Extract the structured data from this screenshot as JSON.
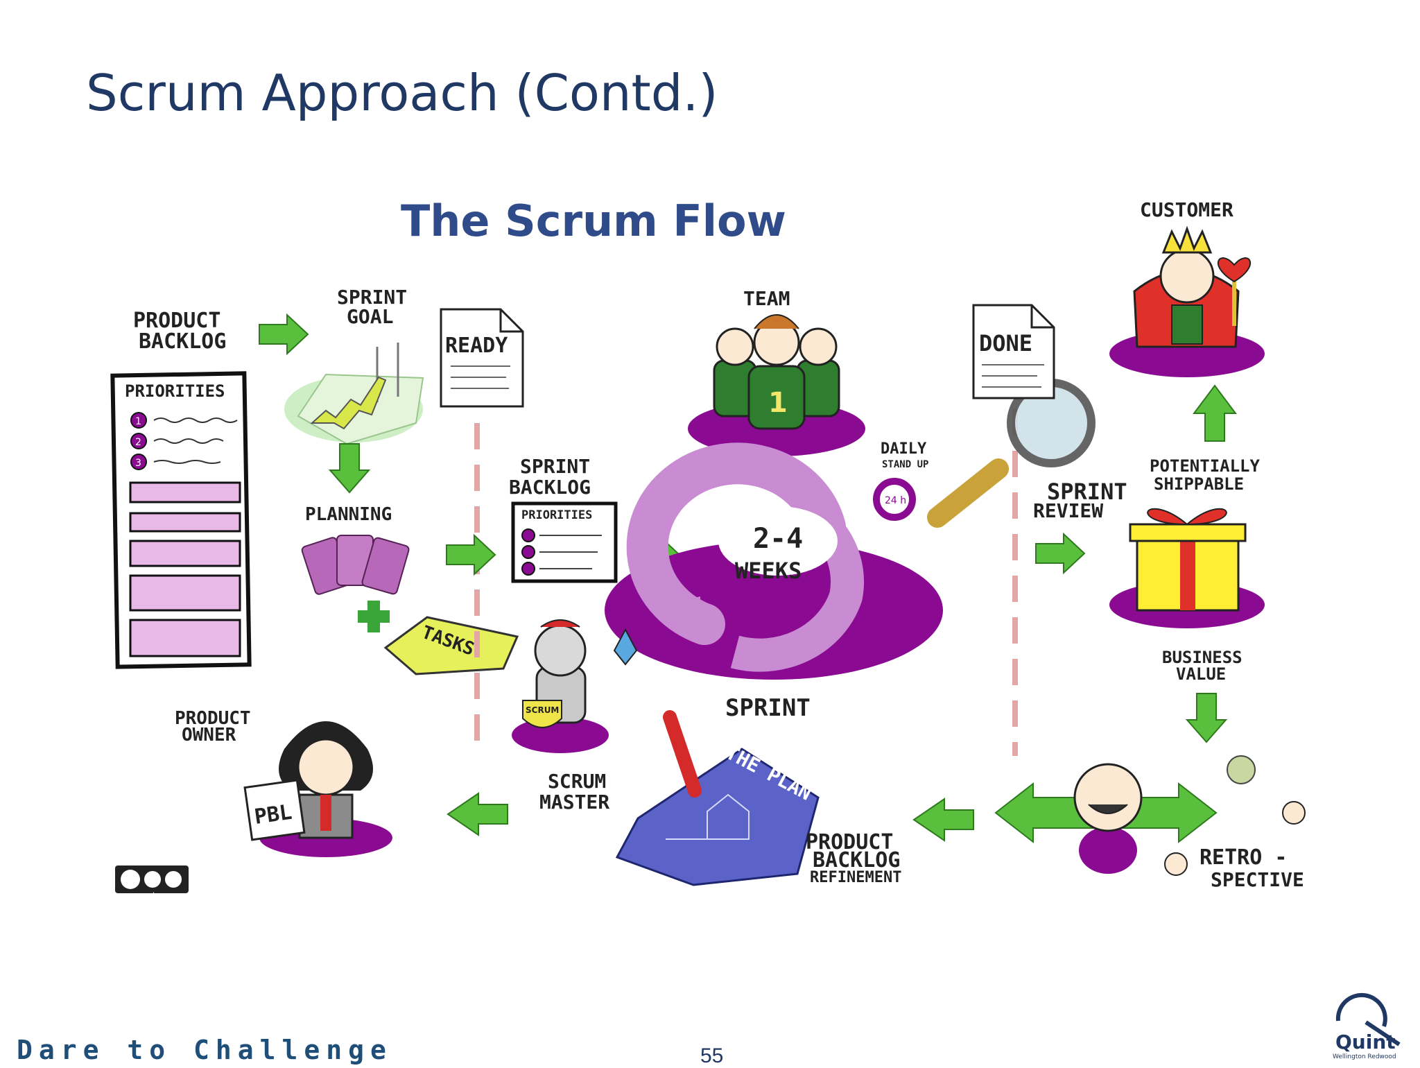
{
  "slide": {
    "title": "Scrum Approach (Contd.)",
    "footer_tagline": "Dare to Challenge",
    "page_number": "55"
  },
  "diagram": {
    "heading": "The Scrum Flow",
    "labels": {
      "product_backlog": [
        "PRODUCT",
        "BACKLOG"
      ],
      "priorities": "PRIORITIES",
      "sprint_goal": [
        "SPRINT",
        "GOAL"
      ],
      "ready": "READY",
      "planning": "PLANNING",
      "tasks": "TASKS",
      "sprint_backlog": [
        "SPRINT",
        "BACKLOG"
      ],
      "sprint_backlog_priorities": "PRIORITIES",
      "team": "TEAM",
      "daily_standup": [
        "DAILY",
        "STAND UP"
      ],
      "hours_24": "24 h",
      "duration": "2-4",
      "weeks": "WEEKS",
      "sprint": "SPRINT",
      "done": "DONE",
      "sprint_review": [
        "SPRINT",
        "REVIEW"
      ],
      "customer": "CUSTOMER",
      "potentially_shippable": [
        "POTENTIALLY",
        "SHIPPABLE"
      ],
      "business_value": [
        "BUSINESS",
        "VALUE"
      ],
      "retrospective": [
        "RETRO -",
        "SPECTIVE"
      ],
      "product_backlog_refinement": [
        "PRODUCT",
        "BACKLOG",
        "REFINEMENT"
      ],
      "the_plan": "THE PLAN",
      "scrum_master": [
        "SCRUM",
        "MASTER"
      ],
      "shield": "SCRUM",
      "product_owner": [
        "PRODUCT",
        "OWNER"
      ],
      "pbl": "PBL",
      "team_number": "1"
    },
    "priority_numbers": [
      "1",
      "2",
      "3"
    ],
    "license_badge": "cc by sa"
  },
  "brand": {
    "name": "Quint",
    "sub": "Wellington Redwood"
  },
  "colors": {
    "title": "#1f3864",
    "flow_title": "#2f4b8a",
    "arrow_green": "#5bbf3e",
    "purple_dark": "#8a0b92",
    "purple_light": "#c98bd1",
    "pink_box": "#e8b8e6",
    "dash_pink": "#e2a6a6",
    "gift_yellow": "#ffee33",
    "gift_red": "#e0302a"
  }
}
